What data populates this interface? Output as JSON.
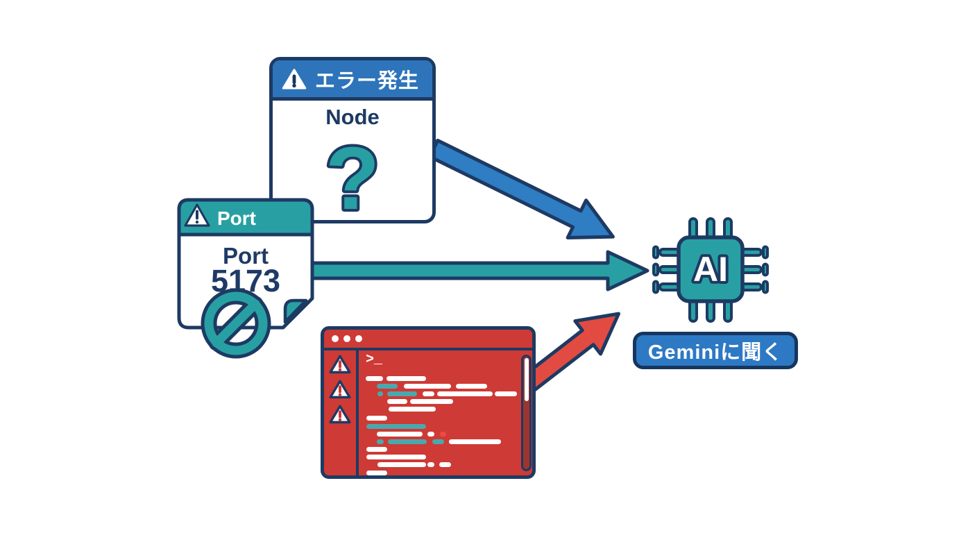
{
  "colors": {
    "blue": "#2e74ba",
    "button_blue": "#2d79c4",
    "teal": "#28a0a3",
    "navy_outline": "#1d3a63",
    "terminal_red": "#ce3a35",
    "scroll_track_red": "#9c352f",
    "white": "#ffffff"
  },
  "error_dialog": {
    "title": "エラー発生",
    "subject": "Node",
    "question_mark": "?"
  },
  "port_card": {
    "header": "Port",
    "line1": "Port",
    "line2": "5173"
  },
  "terminal": {
    "prompt": ">_",
    "warning_count": 3,
    "code_lines": [
      {
        "t": 67,
        "s": [
          [
            60,
            25,
            "w"
          ],
          [
            90,
            57,
            "w"
          ]
        ]
      },
      {
        "t": 78,
        "s": [
          [
            76,
            30,
            "t"
          ],
          [
            115,
            68,
            "w"
          ],
          [
            190,
            45,
            "w"
          ]
        ]
      },
      {
        "t": 89,
        "s": [
          [
            77,
            8,
            "t"
          ],
          [
            91,
            43,
            "t"
          ],
          [
            142,
            17,
            "w"
          ],
          [
            163,
            80,
            "w"
          ],
          [
            246,
            32,
            "w"
          ]
        ]
      },
      {
        "t": 100,
        "s": [
          [
            91,
            29,
            "w"
          ],
          [
            124,
            62,
            "w"
          ]
        ]
      },
      {
        "t": 111,
        "s": [
          [
            93,
            68,
            "w"
          ]
        ]
      },
      {
        "t": 124,
        "s": [
          [
            61,
            30,
            "w"
          ]
        ]
      },
      {
        "t": 136,
        "s": [
          [
            61,
            86,
            "t"
          ]
        ]
      },
      {
        "t": 147,
        "s": [
          [
            76,
            66,
            "w"
          ],
          [
            149,
            10,
            "w"
          ],
          [
            167,
            9,
            "r"
          ]
        ]
      },
      {
        "t": 158,
        "s": [
          [
            76,
            10,
            "t"
          ],
          [
            92,
            56,
            "t"
          ],
          [
            156,
            17,
            "t"
          ],
          [
            180,
            75,
            "w"
          ]
        ]
      },
      {
        "t": 169,
        "s": [
          [
            61,
            30,
            "w"
          ]
        ]
      },
      {
        "t": 180,
        "s": [
          [
            61,
            86,
            "w"
          ]
        ]
      },
      {
        "t": 191,
        "s": [
          [
            77,
            70,
            "w"
          ],
          [
            149,
            10,
            "w"
          ],
          [
            166,
            17,
            "w"
          ]
        ]
      },
      {
        "t": 203,
        "s": [
          [
            61,
            30,
            "w"
          ]
        ]
      }
    ]
  },
  "ai_chip": {
    "label": "AI"
  },
  "gemini_button": {
    "label": "Geminiに聞く"
  }
}
